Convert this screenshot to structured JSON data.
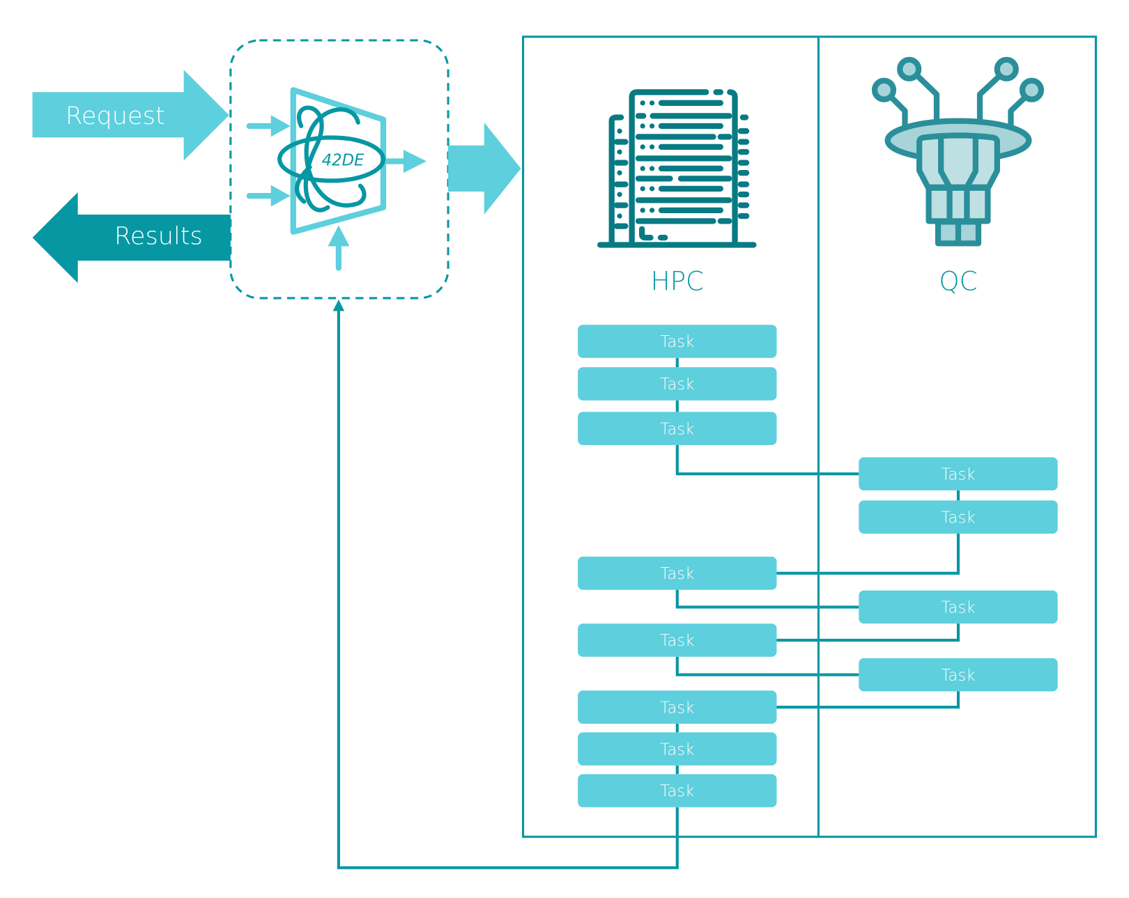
{
  "colors": {
    "light_cyan": "#5ECFDC",
    "teal": "#0797A3",
    "icon_teal": "#2A8F9A",
    "icon_fill": "#A7D4D8",
    "icon_fill_light": "#BFE0E3",
    "hpc_icon": "#087A83"
  },
  "arrows": {
    "request_label": "Request",
    "results_label": "Results"
  },
  "orchestrator": {
    "logo_text": "42DE",
    "icon": "atom-funnel-icon"
  },
  "columns": {
    "hpc": {
      "label": "HPC",
      "icon": "server-building-icon"
    },
    "qc": {
      "label": "QC",
      "icon": "quantum-chip-icon"
    }
  },
  "tasks": [
    {
      "id": "h1",
      "column": "hpc",
      "label": "Task"
    },
    {
      "id": "h2",
      "column": "hpc",
      "label": "Task"
    },
    {
      "id": "h3",
      "column": "hpc",
      "label": "Task"
    },
    {
      "id": "q1",
      "column": "qc",
      "label": "Task"
    },
    {
      "id": "q2",
      "column": "qc",
      "label": "Task"
    },
    {
      "id": "h4",
      "column": "hpc",
      "label": "Task"
    },
    {
      "id": "q3",
      "column": "qc",
      "label": "Task"
    },
    {
      "id": "h5",
      "column": "hpc",
      "label": "Task"
    },
    {
      "id": "q4",
      "column": "qc",
      "label": "Task"
    },
    {
      "id": "h6",
      "column": "hpc",
      "label": "Task"
    },
    {
      "id": "h7",
      "column": "hpc",
      "label": "Task"
    },
    {
      "id": "h8",
      "column": "hpc",
      "label": "Task"
    }
  ],
  "edges": [
    [
      "h1",
      "h2"
    ],
    [
      "h2",
      "h3"
    ],
    [
      "h3",
      "q1"
    ],
    [
      "q1",
      "q2"
    ],
    [
      "q2",
      "h4"
    ],
    [
      "h4",
      "q3"
    ],
    [
      "q3",
      "h5"
    ],
    [
      "h5",
      "q4"
    ],
    [
      "q4",
      "h6"
    ],
    [
      "h6",
      "h7"
    ],
    [
      "h7",
      "h8"
    ],
    [
      "h8",
      "orchestrator"
    ]
  ]
}
